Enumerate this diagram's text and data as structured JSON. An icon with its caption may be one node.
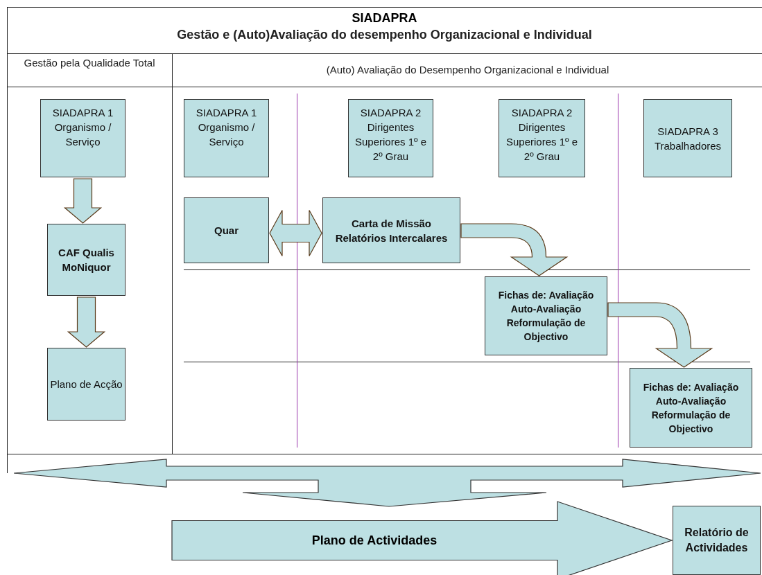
{
  "diagram": {
    "title": "SIADAPRA",
    "nodes": [
      {
        "text": [
          "SIADAPRA 1 Organismo / Serviço"
        ]
      },
      {
        "text": [
          "CAF Qualis MoNiquor"
        ]
      },
      {
        "text": [
          "Plano de Acção"
        ]
      },
      {
        "text": [
          "SIADAPRA 1 Organismo / Serviço"
        ]
      },
      {
        "text": [
          "SIADAPRA 2 Dirigentes Superiores 1º e 2º Grau"
        ]
      },
      {
        "text": [
          "SIADAPRA 2 Dirigentes Superiores 1º e 2º Grau"
        ]
      },
      {
        "text": [
          "SIADAPRA 3 Trabalhadores"
        ]
      },
      {
        "text": [
          "Quar"
        ]
      },
      {
        "text": [
          "Carta de Missão Relatórios Intercalares"
        ]
      },
      {
        "text": [
          "Fichas de: Avaliação Auto-Avaliação Reformulação de Objectivo"
        ]
      },
      {
        "text": [
          "Fichas de: Avaliação Auto-Avaliação Reformulação de Objectivo"
        ]
      },
      {
        "text": [
          "Relatório de Actividades"
        ]
      }
    ],
    "edges": [
      {
        "from": 0,
        "to": 1,
        "arrow": "to"
      },
      {
        "from": 1,
        "to": 2,
        "arrow": "to"
      },
      {
        "from": 7,
        "to": 8,
        "arrow": "both"
      },
      {
        "from": 8,
        "to": 9,
        "arrow": "to"
      },
      {
        "from": 9,
        "to": 10,
        "arrow": "to"
      },
      {
        "from": null,
        "to": 11,
        "arrow": "to",
        "label": "Plano de Actividades",
        "style": "thick"
      }
    ],
    "labels": [
      "Gestão e (Auto)Avaliação do desempenho Organizacional e Individual",
      "Gestão pela Qualidade Total",
      "(Auto) Avaliação do Desempenho Organizacional e Individual"
    ]
  }
}
